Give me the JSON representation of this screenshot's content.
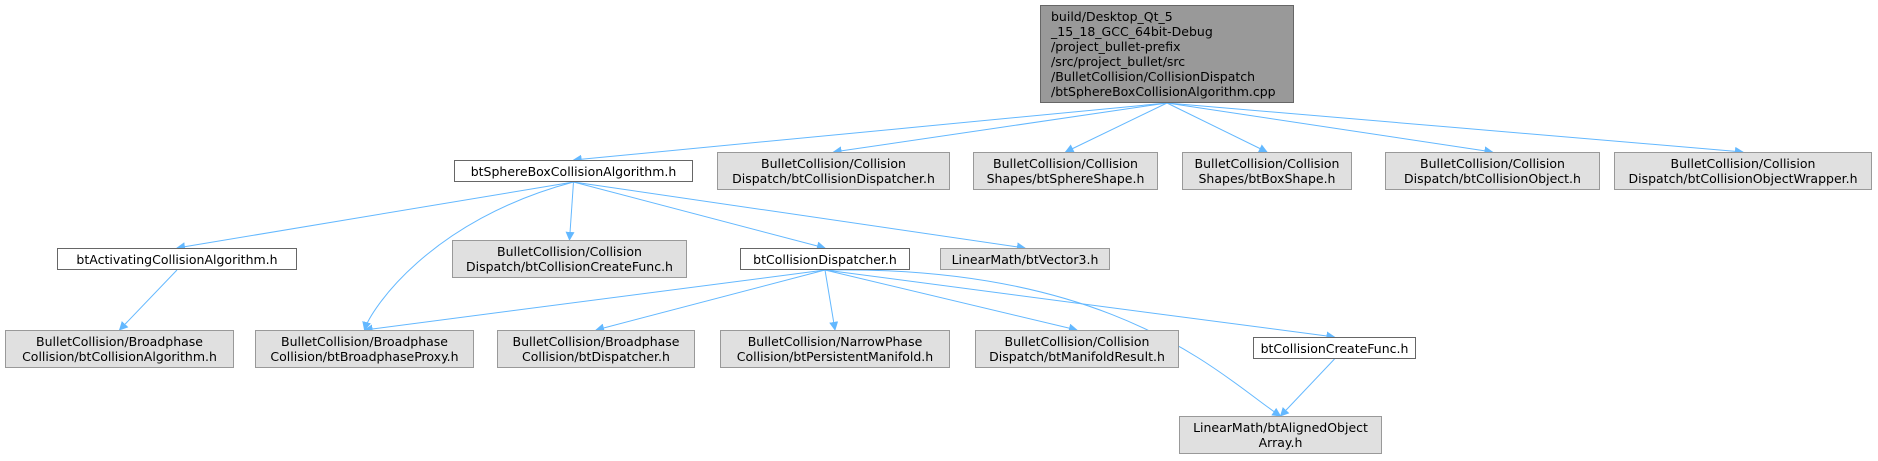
{
  "diagram": {
    "edge_color": "#63b8ff",
    "nodes": [
      {
        "id": "root",
        "kind": "root",
        "lines": [
          "build/Desktop_Qt_5",
          "_15_18_GCC_64bit-Debug",
          "/project_bullet-prefix",
          "/src/project_bullet/src",
          "/BulletCollision/CollisionDispatch",
          "/btSphereBoxCollisionAlgorithm.cpp"
        ]
      },
      {
        "id": "spherebox_h",
        "kind": "local",
        "lines": [
          "btSphereBoxCollisionAlgorithm.h"
        ]
      },
      {
        "id": "collision_dispatcher_ext",
        "kind": "ext",
        "lines": [
          "BulletCollision/Collision",
          "Dispatch/btCollisionDispatcher.h"
        ]
      },
      {
        "id": "sphere_shape",
        "kind": "ext",
        "lines": [
          "BulletCollision/Collision",
          "Shapes/btSphereShape.h"
        ]
      },
      {
        "id": "box_shape",
        "kind": "ext",
        "lines": [
          "BulletCollision/Collision",
          "Shapes/btBoxShape.h"
        ]
      },
      {
        "id": "collision_object",
        "kind": "ext",
        "lines": [
          "BulletCollision/Collision",
          "Dispatch/btCollisionObject.h"
        ]
      },
      {
        "id": "collision_object_wrapper",
        "kind": "ext",
        "lines": [
          "BulletCollision/Collision",
          "Dispatch/btCollisionObjectWrapper.h"
        ]
      },
      {
        "id": "activating_h",
        "kind": "local",
        "lines": [
          "btActivatingCollisionAlgorithm.h"
        ]
      },
      {
        "id": "create_func_ext",
        "kind": "ext",
        "lines": [
          "BulletCollision/Collision",
          "Dispatch/btCollisionCreateFunc.h"
        ]
      },
      {
        "id": "dispatcher_h",
        "kind": "local",
        "lines": [
          "btCollisionDispatcher.h"
        ]
      },
      {
        "id": "vector3",
        "kind": "ext",
        "lines": [
          "LinearMath/btVector3.h"
        ]
      },
      {
        "id": "collision_algorithm",
        "kind": "ext",
        "lines": [
          "BulletCollision/Broadphase",
          "Collision/btCollisionAlgorithm.h"
        ]
      },
      {
        "id": "broadphase_proxy",
        "kind": "ext",
        "lines": [
          "BulletCollision/Broadphase",
          "Collision/btBroadphaseProxy.h"
        ]
      },
      {
        "id": "bt_dispatcher",
        "kind": "ext",
        "lines": [
          "BulletCollision/Broadphase",
          "Collision/btDispatcher.h"
        ]
      },
      {
        "id": "persistent_manifold",
        "kind": "ext",
        "lines": [
          "BulletCollision/NarrowPhase",
          "Collision/btPersistentManifold.h"
        ]
      },
      {
        "id": "manifold_result",
        "kind": "ext",
        "lines": [
          "BulletCollision/Collision",
          "Dispatch/btManifoldResult.h"
        ]
      },
      {
        "id": "create_func_h",
        "kind": "local",
        "lines": [
          "btCollisionCreateFunc.h"
        ]
      },
      {
        "id": "aligned_array",
        "kind": "ext",
        "lines": [
          "LinearMath/btAlignedObject",
          "Array.h"
        ]
      }
    ],
    "edges": [
      [
        "root",
        "spherebox_h"
      ],
      [
        "root",
        "collision_dispatcher_ext"
      ],
      [
        "root",
        "sphere_shape"
      ],
      [
        "root",
        "box_shape"
      ],
      [
        "root",
        "collision_object"
      ],
      [
        "root",
        "collision_object_wrapper"
      ],
      [
        "spherebox_h",
        "activating_h"
      ],
      [
        "spherebox_h",
        "broadphase_proxy"
      ],
      [
        "spherebox_h",
        "create_func_ext"
      ],
      [
        "spherebox_h",
        "dispatcher_h"
      ],
      [
        "spherebox_h",
        "vector3"
      ],
      [
        "activating_h",
        "collision_algorithm"
      ],
      [
        "dispatcher_h",
        "broadphase_proxy"
      ],
      [
        "dispatcher_h",
        "bt_dispatcher"
      ],
      [
        "dispatcher_h",
        "persistent_manifold"
      ],
      [
        "dispatcher_h",
        "manifold_result"
      ],
      [
        "dispatcher_h",
        "create_func_h"
      ],
      [
        "dispatcher_h",
        "aligned_array"
      ],
      [
        "create_func_h",
        "aligned_array"
      ]
    ]
  }
}
